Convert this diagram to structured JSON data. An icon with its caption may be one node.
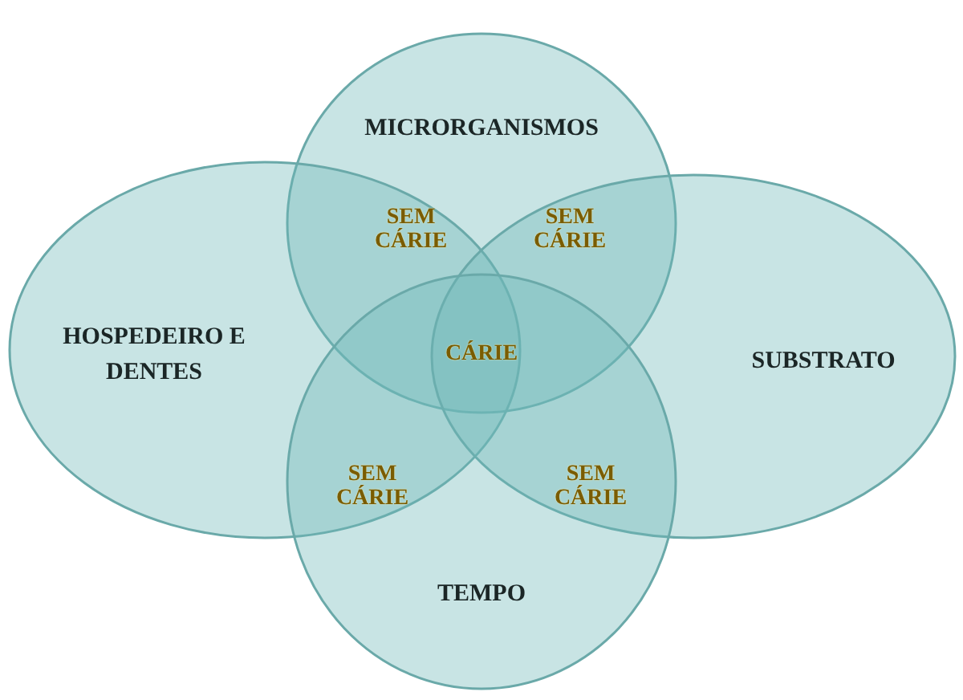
{
  "diagram": {
    "nodes": [
      {
        "text": [
          "MICRORGANISMOS"
        ]
      },
      {
        "text": [
          "HOSPEDEIRO E DENTES"
        ]
      },
      {
        "text": [
          "SUBSTRATO"
        ]
      },
      {
        "text": [
          "TEMPO"
        ]
      }
    ],
    "labels": [
      "SEM CÁRIE",
      "SEM CÁRIE",
      "CÁRIE",
      "SEM CÁRIE",
      "SEM CÁRIE"
    ]
  }
}
